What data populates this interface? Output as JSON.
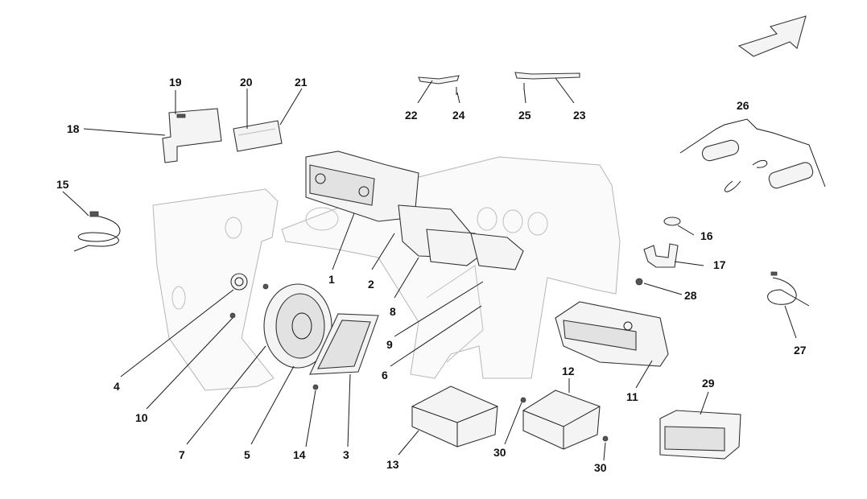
{
  "diagram": {
    "callouts": [
      {
        "id": "c1",
        "label": "1"
      },
      {
        "id": "c2",
        "label": "2"
      },
      {
        "id": "c3",
        "label": "3"
      },
      {
        "id": "c4",
        "label": "4"
      },
      {
        "id": "c5",
        "label": "5"
      },
      {
        "id": "c6",
        "label": "6"
      },
      {
        "id": "c7",
        "label": "7"
      },
      {
        "id": "c8",
        "label": "8"
      },
      {
        "id": "c9",
        "label": "9"
      },
      {
        "id": "c10",
        "label": "10"
      },
      {
        "id": "c11",
        "label": "11"
      },
      {
        "id": "c12",
        "label": "12"
      },
      {
        "id": "c13",
        "label": "13"
      },
      {
        "id": "c14",
        "label": "14"
      },
      {
        "id": "c15",
        "label": "15"
      },
      {
        "id": "c16",
        "label": "16"
      },
      {
        "id": "c17",
        "label": "17"
      },
      {
        "id": "c18",
        "label": "18"
      },
      {
        "id": "c19",
        "label": "19"
      },
      {
        "id": "c20",
        "label": "20"
      },
      {
        "id": "c21",
        "label": "21"
      },
      {
        "id": "c22",
        "label": "22"
      },
      {
        "id": "c23",
        "label": "23"
      },
      {
        "id": "c24",
        "label": "24"
      },
      {
        "id": "c25",
        "label": "25"
      },
      {
        "id": "c26",
        "label": "26"
      },
      {
        "id": "c27",
        "label": "27"
      },
      {
        "id": "c28",
        "label": "28"
      },
      {
        "id": "c29",
        "label": "29"
      },
      {
        "id": "c30a",
        "label": "30"
      },
      {
        "id": "c30b",
        "label": "30"
      }
    ]
  }
}
